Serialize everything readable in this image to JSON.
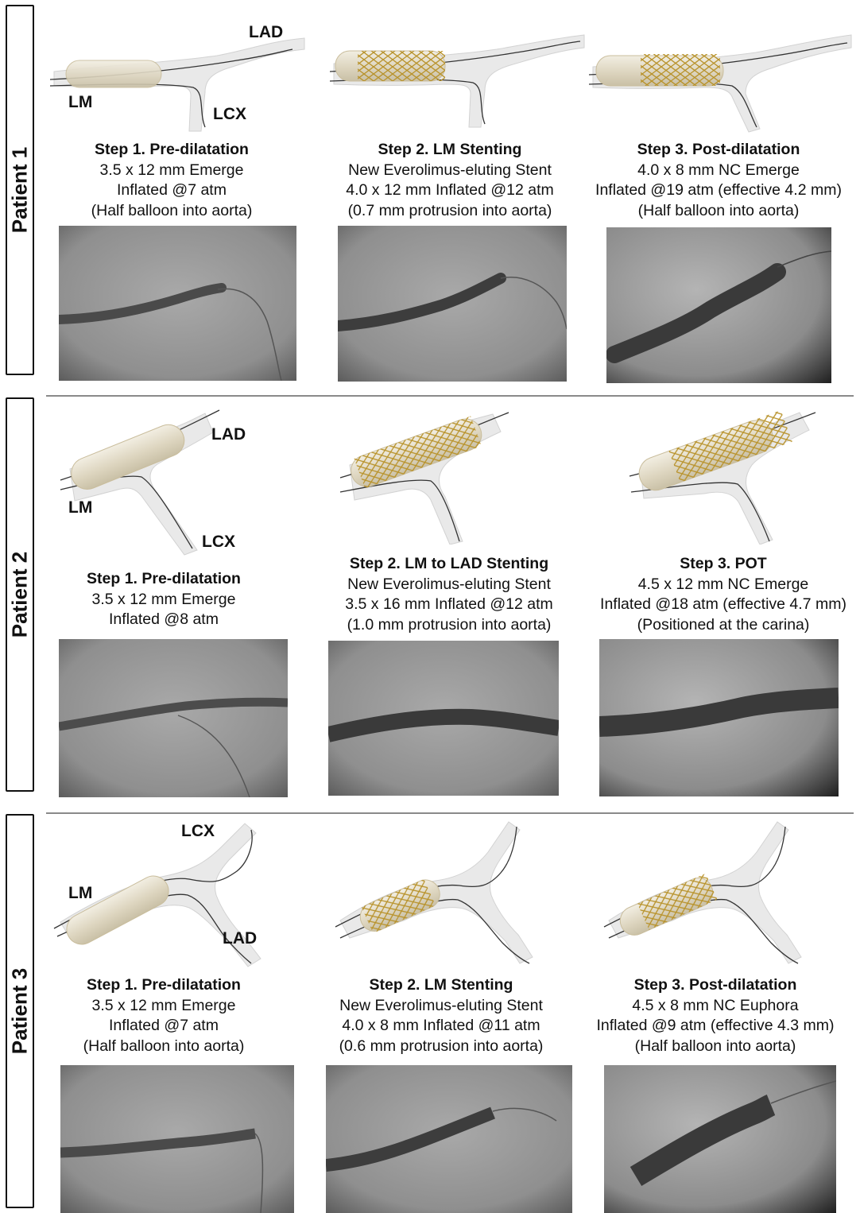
{
  "patients": [
    {
      "label": "Patient 1",
      "vessel_labels": {
        "lad": "LAD",
        "lm": "LM",
        "lcx": "LCX"
      },
      "steps": [
        {
          "title": "Step 1. Pre-dilatation",
          "lines": [
            "3.5 x 12 mm Emerge",
            "Inflated @7 atm",
            "(Half balloon into aorta)"
          ]
        },
        {
          "title": "Step 2. LM Stenting",
          "lines": [
            "New Everolimus-eluting Stent",
            "4.0 x 12 mm Inflated @12 atm",
            "(0.7 mm protrusion into aorta)"
          ]
        },
        {
          "title": "Step 3. Post-dilatation",
          "lines": [
            "4.0 x 8 mm NC Emerge",
            "Inflated @19 atm (effective 4.2 mm)",
            "(Half balloon into aorta)"
          ]
        }
      ]
    },
    {
      "label": "Patient 2",
      "vessel_labels": {
        "lad": "LAD",
        "lm": "LM",
        "lcx": "LCX"
      },
      "steps": [
        {
          "title": "Step 1. Pre-dilatation",
          "lines": [
            "3.5 x 12 mm Emerge",
            "Inflated @8 atm",
            ""
          ]
        },
        {
          "title": "Step 2. LM to LAD Stenting",
          "lines": [
            "New Everolimus-eluting Stent",
            "3.5 x 16 mm Inflated @12 atm",
            "(1.0 mm protrusion into aorta)"
          ]
        },
        {
          "title": "Step 3. POT",
          "lines": [
            "4.5 x 12 mm NC Emerge",
            "Inflated @18 atm (effective 4.7 mm)",
            "(Positioned at the carina)"
          ]
        }
      ]
    },
    {
      "label": "Patient 3",
      "vessel_labels": {
        "lad": "LAD",
        "lm": "LM",
        "lcx": "LCX"
      },
      "steps": [
        {
          "title": "Step 1. Pre-dilatation",
          "lines": [
            "3.5 x 12 mm Emerge",
            "Inflated @7 atm",
            "(Half balloon into aorta)"
          ]
        },
        {
          "title": "Step 2. LM Stenting",
          "lines": [
            "New Everolimus-eluting Stent",
            "4.0 x 8 mm Inflated @11 atm",
            "(0.6 mm protrusion into aorta)"
          ]
        },
        {
          "title": "Step 3. Post-dilatation",
          "lines": [
            "4.5 x 8 mm NC Euphora",
            "Inflated @9 atm (effective 4.3 mm)",
            "(Half balloon into aorta)"
          ]
        }
      ]
    }
  ],
  "colors": {
    "vessel": "#e9e9e9",
    "balloon": "#ddd6c2",
    "stent": "#c8a12a",
    "wire": "#333333",
    "divider": "#8a8a8a"
  }
}
